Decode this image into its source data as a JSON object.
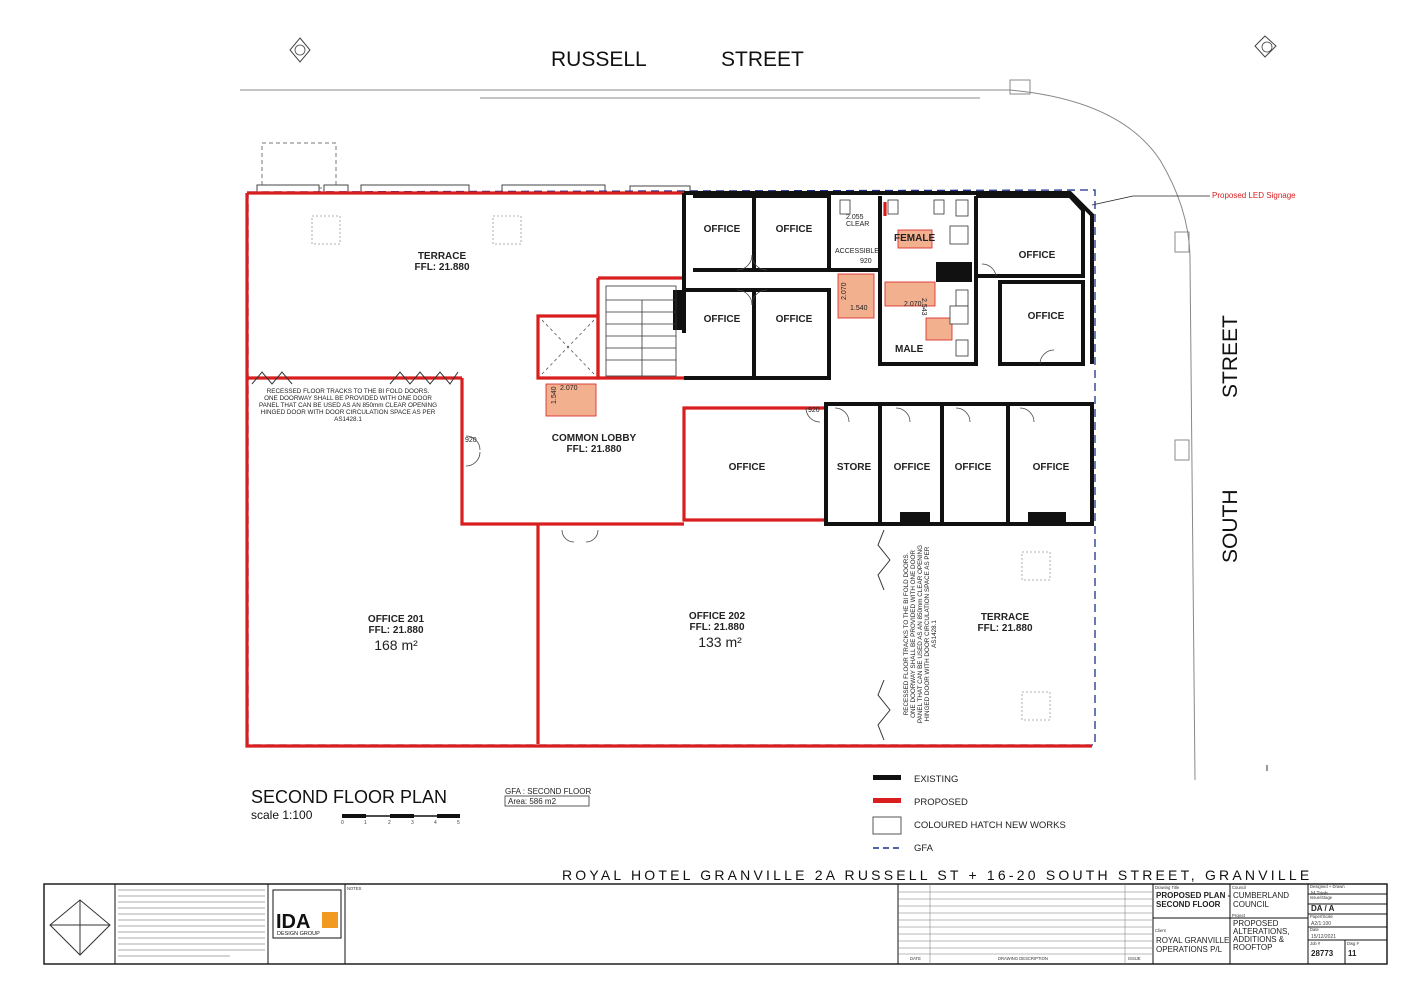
{
  "streets": {
    "russell": "RUSSELL",
    "street_word": "STREET",
    "south": "SOUTH",
    "south_street": "STREET"
  },
  "signage_note": "Proposed LED Signage",
  "rooms": {
    "terrace_nw": {
      "name": "TERRACE",
      "ffl": "FFL: 21.880"
    },
    "office_1": "OFFICE",
    "office_2": "OFFICE",
    "office_3": "OFFICE",
    "office_4": "OFFICE",
    "office_ne": "OFFICE",
    "office_e": "OFFICE",
    "accessible": "ACCESSIBLE",
    "female": "FEMALE",
    "male": "MALE",
    "common_lobby": {
      "name": "COMMON LOBBY",
      "ffl": "FFL: 21.880"
    },
    "office_mid": "OFFICE",
    "store": "STORE",
    "office_s1": "OFFICE",
    "office_s2": "OFFICE",
    "office_s3": "OFFICE",
    "office_201": {
      "name": "OFFICE 201",
      "ffl": "FFL: 21.880",
      "area": "168 m²"
    },
    "office_202": {
      "name": "OFFICE 202",
      "ffl": "FFL: 21.880",
      "area": "133 m²"
    },
    "terrace_se": {
      "name": "TERRACE",
      "ffl": "FFL: 21.880"
    }
  },
  "dims": {
    "d1": "2.055",
    "d1b": "CLEAR",
    "d2": "2.070",
    "d3": "1.540",
    "d4": "2.070",
    "d5": "1.540",
    "d6": "2.543",
    "d7": "920",
    "d8": "920",
    "d9": "920"
  },
  "note_west": [
    "RECESSED FLOOR TRACKS TO THE BI FOLD DOORS.",
    "ONE DOORWAY SHALL BE PROVIDED WITH ONE DOOR",
    "PANEL THAT CAN BE USED AS AN 850mm CLEAR OPENING",
    "HINGED DOOR WITH DOOR CIRCULATION SPACE AS PER",
    "AS1428.1"
  ],
  "note_east": [
    "RECESSED FLOOR TRACKS TO THE BI FOLD DOORS.",
    "ONE DOORWAY SHALL BE PROVIDED WITH ONE DOOR",
    "PANEL THAT CAN BE USED AS AN 850mm CLEAR OPENING",
    "HINGED DOOR WITH DOOR CIRCULATION SPACE AS PER",
    "AS1428.1"
  ],
  "plan_title": "SECOND FLOOR PLAN",
  "scale_text": "scale 1:100",
  "scale_ticks": [
    "0",
    "1",
    "2",
    "3",
    "4",
    "5"
  ],
  "gfa": {
    "title": "GFA : SECOND FLOOR",
    "area": "Area: 586 m2"
  },
  "legend": [
    {
      "label": "EXISTING",
      "color": "#111111",
      "style": "solid"
    },
    {
      "label": "PROPOSED",
      "color": "#d81e1e",
      "style": "solid"
    },
    {
      "label": "COLOURED HATCH NEW WORKS",
      "color": "#ffffff",
      "style": "box"
    },
    {
      "label": "GFA",
      "color": "#1a2f8c",
      "style": "dash"
    }
  ],
  "project_banner": "ROYAL HOTEL GRANVILLE 2A RUSSELL ST + 16-20 SOUTH STREET, GRANVILLE",
  "title_block": {
    "logo_text": "IDA",
    "logo_sub": "DESIGN GROUP",
    "notes_heading": "NOTES",
    "col_date": "DATE",
    "col_desc": "DRAWING DESCRIPTION",
    "col_issue": "ISSUE",
    "drawing_title_label": "Drawing Title",
    "drawing_title": [
      "PROPOSED PLAN -",
      "SECOND FLOOR"
    ],
    "council_label": "Council",
    "council": [
      "CUMBERLAND",
      "COUNCIL"
    ],
    "client_label": "Client",
    "client": [
      "ROYAL GRANVILLE",
      "OPERATIONS P/L"
    ],
    "project_label": "Project",
    "project": [
      "PROPOSED",
      "ALTERATIONS,",
      "ADDITIONS &",
      "ROOFTOP"
    ],
    "designed": "M.Trinh",
    "designed_label": "Designed + Drawn",
    "issue_stage": "DA / A",
    "issue_stage_label": "Issue/Stage",
    "paper_scale": "A2/1:100",
    "paper_scale_label": "Paper/Scale",
    "date": "15/12/2021",
    "date_label": "Date",
    "job_no": "28773",
    "job_label": "Job #",
    "dwg_no": "11",
    "dwg_label": "Dwg #"
  },
  "colors": {
    "existing": "#111111",
    "proposed": "#d81e1e",
    "gfa": "#1a2f8c",
    "hatch": "#f3b08f"
  }
}
